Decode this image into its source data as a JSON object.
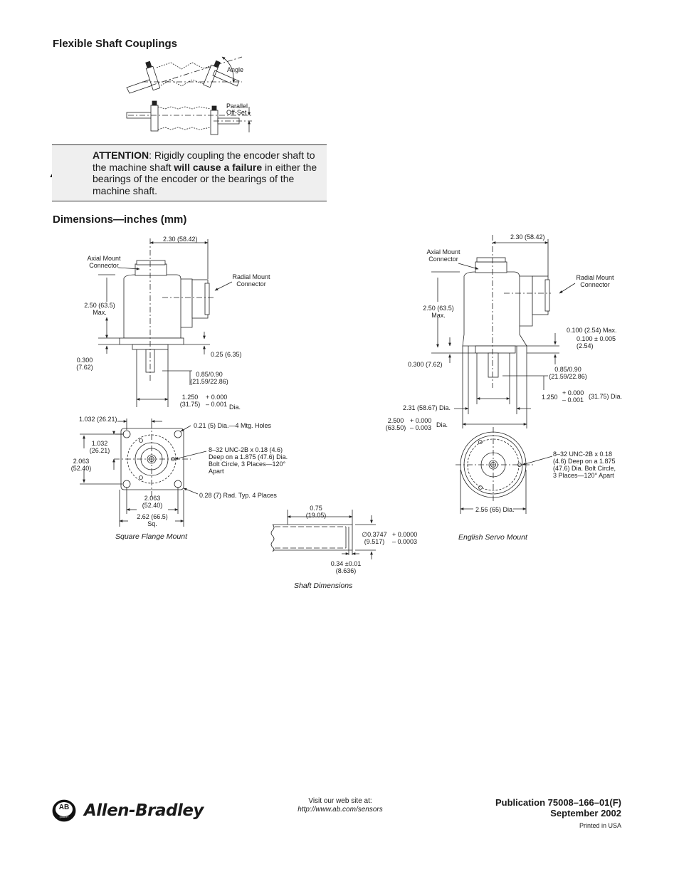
{
  "sections": {
    "couplings_title": "Flexible Shaft Couplings",
    "dimensions_title": "Dimensions—inches (mm)"
  },
  "couplings": {
    "angle": "Angle",
    "parallel_1": "Parallel",
    "parallel_2": "Off-Set"
  },
  "attention": {
    "prefix": "ATTENTION",
    "text1": ": Rigidly coupling the encoder shaft to the machine shaft ",
    "bold": "will cause a failure",
    "text2": " in either the bearings of the encoder or the bearings of the machine shaft.",
    "icon": "warning-exclamation-icon"
  },
  "square": {
    "width_top": "2.30 (58.42)",
    "axial_1": "Axial Mount",
    "axial_2": "Connector",
    "radial_1": "Radial Mount",
    "radial_2": "Connector",
    "height_1": "2.50 (63.5)",
    "height_2": "Max.",
    "flange_1": "0.300",
    "flange_2": "(7.62)",
    "pilot": "0.25 (6.35)",
    "shaft_len_1": "0.85/0.90",
    "shaft_len_2": "(21.59/22.86)",
    "pilot_dia_1": "1.250",
    "pilot_dia_2": "(31.75)",
    "tol_plus": "+ 0.000",
    "tol_minus": "– 0.001",
    "dia": "Dia.",
    "hole_offset": "1.032 (26.21)",
    "mtg_holes": "0.21 (5) Dia.—4 Mtg. Holes",
    "inner_1": "1.032",
    "inner_2": "(26.21)",
    "bolt_1": "8–32 UNC-2B x 0.18 (4.6)",
    "bolt_2": "Deep on a 1.875 (47.6) Dia.",
    "bolt_3": "Bolt Circle, 3 Places—120°",
    "bolt_4": "Apart",
    "side_1": "2.063",
    "side_2": "(52.40)",
    "rad": "0.28 (7) Rad. Typ. 4 Places",
    "bottom_1": "2.063",
    "bottom_2": "(52.40)",
    "sq_1": "2.62 (66.5)",
    "sq_2": "Sq.",
    "caption": "Square Flange Mount"
  },
  "servo": {
    "width_top": "2.30 (58.42)",
    "axial_1": "Axial Mount",
    "axial_2": "Connector",
    "radial_1": "Radial Mount",
    "radial_2": "Connector",
    "height_1": "2.50 (63.5)",
    "height_2": "Max.",
    "max_note": "0.100 (2.54) Max.",
    "tol_1": "0.100 ± 0.005",
    "tol_2": "(2.54)",
    "flange": "0.300 (7.62)",
    "shaft_len_1": "0.85/0.90",
    "shaft_len_2": "(21.59/22.86)",
    "pilot_dia": "1.250",
    "tol_plus": "+ 0.000",
    "tol_minus": "– 0.001",
    "pilot_mm": "(31.75) Dia.",
    "body_dia": "2.31 (58.67) Dia.",
    "flange_dia_1": "2.500",
    "flange_dia_2": "(63.50)",
    "flange_tol_plus": "+ 0.000",
    "flange_tol_minus": "– 0.003",
    "flange_dia_unit": "Dia.",
    "bolt_1": "8–32 UNC-2B x 0.18",
    "bolt_2": "(4.6) Deep on a 1.875",
    "bolt_3": "(47.6) Dia. Bolt Circle,",
    "bolt_4": "3 Places—120° Apart",
    "outer": "2.56 (65) Dia.",
    "caption": "English Servo Mount"
  },
  "shaft": {
    "len_1": "0.75",
    "len_2": "(19.05)",
    "dia_1": "∅0.3747",
    "dia_2": "(9.517)",
    "tol_plus": "+ 0.0000",
    "tol_minus": "– 0.0003",
    "flat_1": "0.34 ±0.01",
    "flat_2": "(8.636)",
    "caption": "Shaft Dimensions"
  },
  "footer": {
    "visit": "Visit our web site at:",
    "url": "http://www.ab.com/sensors",
    "publication": "Publication 75008–166–01(F)",
    "date": "September 2002",
    "printed": "Printed in USA",
    "brand": "Allen-Bradley",
    "logo_letters": "AB",
    "logo_sub": "QUALITY"
  }
}
